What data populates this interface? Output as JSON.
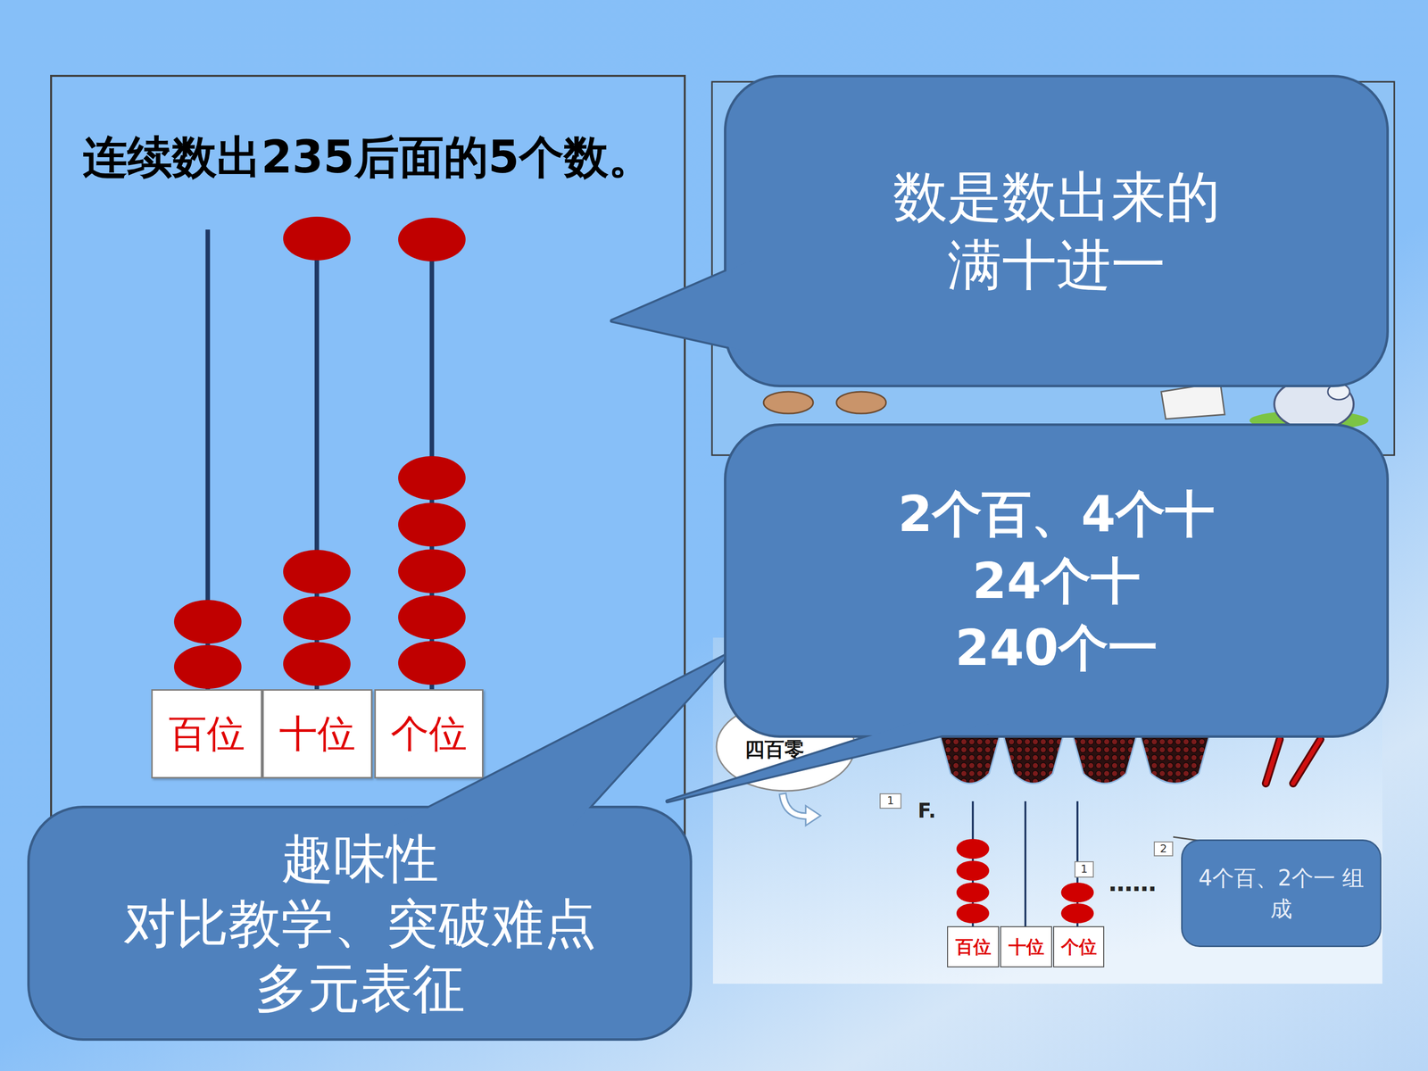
{
  "diagram": {
    "nodes": [
      {
        "text": [
          "连续数出235后面的5个数。"
        ]
      },
      {
        "text": [
          "百位"
        ],
        "in": 0
      },
      {
        "text": [
          "十位"
        ],
        "in": 0
      },
      {
        "text": [
          "个位"
        ],
        "in": 0
      },
      {
        "text": [
          "数是数出来的",
          "满十进一"
        ]
      },
      {
        "text": [
          "2个百、4个十",
          "24个十",
          "240个一"
        ]
      },
      {
        "text": [
          "四百零"
        ]
      },
      {
        "text": [
          "1"
        ]
      },
      {
        "text": [
          "百位"
        ]
      },
      {
        "text": [
          "十位"
        ]
      },
      {
        "text": [
          "个位"
        ]
      },
      {
        "text": [
          "1"
        ]
      },
      {
        "text": [
          "2"
        ]
      },
      {
        "text": [
          "4个百、2个一 组成"
        ]
      },
      {
        "text": [
          "趣味性",
          "对比教学、突破难点",
          "多元表征"
        ]
      }
    ],
    "labels": [
      "F.",
      "……"
    ]
  }
}
